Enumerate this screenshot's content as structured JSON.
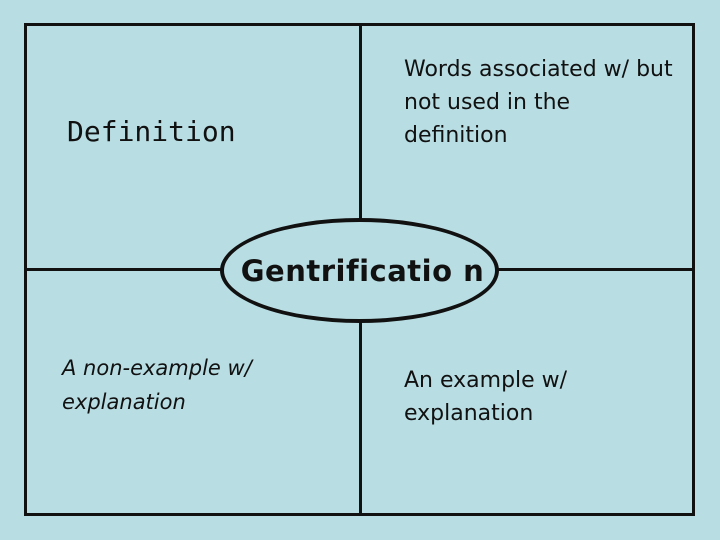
{
  "frayer_model": {
    "center_term": "Gentrificatio n",
    "top_left": "Definition",
    "top_right": "Words associated w/ but not used in the definition",
    "bottom_left": "A non-example w/ explanation",
    "bottom_right": "An example w/ explanation"
  },
  "colors": {
    "background": "#b8dde3",
    "lines": "#111111"
  }
}
